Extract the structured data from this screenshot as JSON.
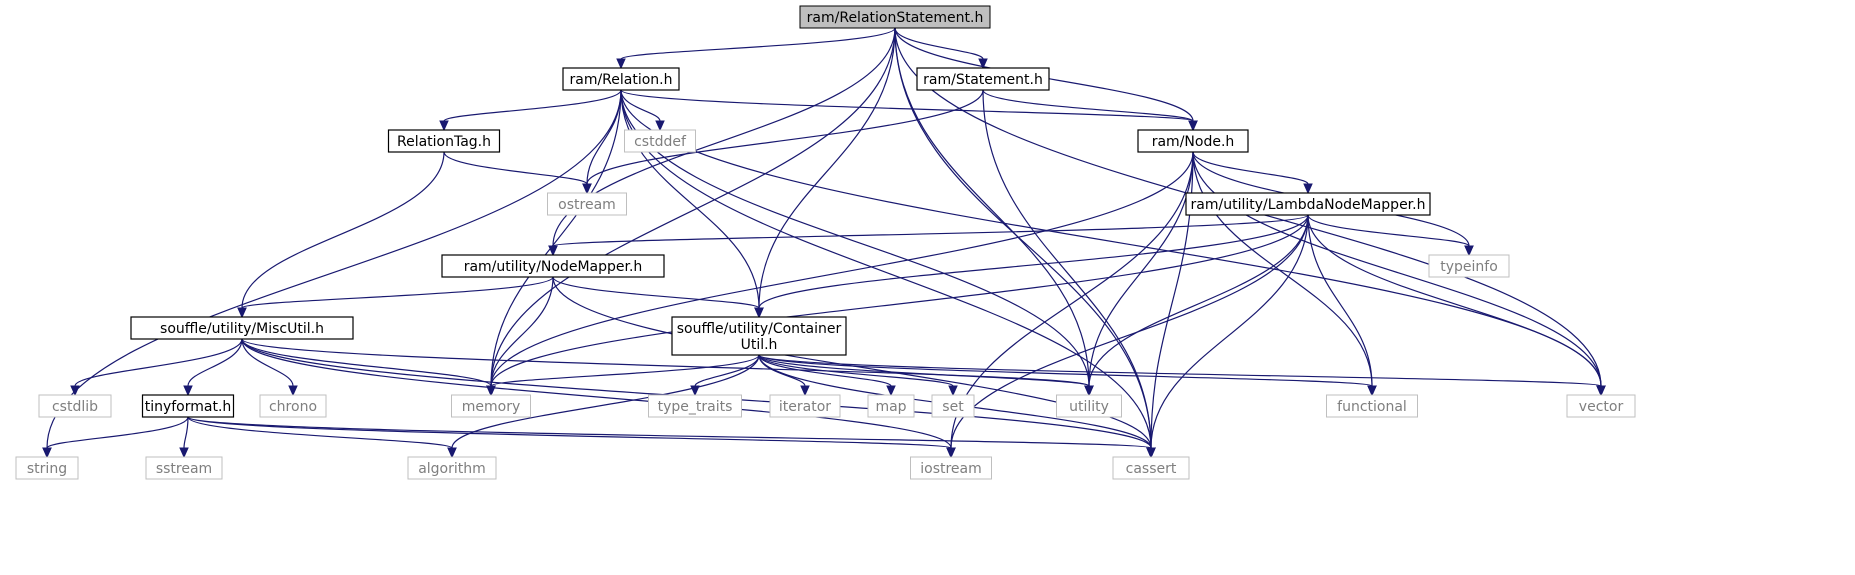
{
  "diagram": {
    "root": "ram/RelationStatement.h",
    "nodes": [
      {
        "id": "RelationStatement",
        "lines": [
          "ram/RelationStatement.h"
        ],
        "kind": "root"
      },
      {
        "id": "Relation",
        "lines": [
          "ram/Relation.h"
        ],
        "kind": "header"
      },
      {
        "id": "Statement",
        "lines": [
          "ram/Statement.h"
        ],
        "kind": "header"
      },
      {
        "id": "RelationTag",
        "lines": [
          "RelationTag.h"
        ],
        "kind": "header"
      },
      {
        "id": "Node",
        "lines": [
          "ram/Node.h"
        ],
        "kind": "header"
      },
      {
        "id": "LambdaNodeMapper",
        "lines": [
          "ram/utility/LambdaNodeMapper.h"
        ],
        "kind": "header"
      },
      {
        "id": "NodeMapper",
        "lines": [
          "ram/utility/NodeMapper.h"
        ],
        "kind": "header"
      },
      {
        "id": "MiscUtil",
        "lines": [
          "souffle/utility/MiscUtil.h"
        ],
        "kind": "header"
      },
      {
        "id": "ContainerUtil",
        "lines": [
          "souffle/utility/Container",
          "Util.h"
        ],
        "kind": "header"
      },
      {
        "id": "tinyformat",
        "lines": [
          "tinyformat.h"
        ],
        "kind": "header"
      },
      {
        "id": "cstddef",
        "lines": [
          "cstddef"
        ],
        "kind": "system"
      },
      {
        "id": "ostream",
        "lines": [
          "ostream"
        ],
        "kind": "system"
      },
      {
        "id": "typeinfo",
        "lines": [
          "typeinfo"
        ],
        "kind": "system"
      },
      {
        "id": "cstdlib",
        "lines": [
          "cstdlib"
        ],
        "kind": "system"
      },
      {
        "id": "chrono",
        "lines": [
          "chrono"
        ],
        "kind": "system"
      },
      {
        "id": "memory",
        "lines": [
          "memory"
        ],
        "kind": "system"
      },
      {
        "id": "type_traits",
        "lines": [
          "type_traits"
        ],
        "kind": "system"
      },
      {
        "id": "iterator",
        "lines": [
          "iterator"
        ],
        "kind": "system"
      },
      {
        "id": "map",
        "lines": [
          "map"
        ],
        "kind": "system"
      },
      {
        "id": "set",
        "lines": [
          "set"
        ],
        "kind": "system"
      },
      {
        "id": "utility",
        "lines": [
          "utility"
        ],
        "kind": "system"
      },
      {
        "id": "functional",
        "lines": [
          "functional"
        ],
        "kind": "system"
      },
      {
        "id": "vector",
        "lines": [
          "vector"
        ],
        "kind": "system"
      },
      {
        "id": "string",
        "lines": [
          "string"
        ],
        "kind": "system"
      },
      {
        "id": "sstream",
        "lines": [
          "sstream"
        ],
        "kind": "system"
      },
      {
        "id": "algorithm",
        "lines": [
          "algorithm"
        ],
        "kind": "system"
      },
      {
        "id": "iostream",
        "lines": [
          "iostream"
        ],
        "kind": "system"
      },
      {
        "id": "cassert",
        "lines": [
          "cassert"
        ],
        "kind": "system"
      }
    ],
    "edges": [
      [
        "RelationStatement",
        "Relation"
      ],
      [
        "RelationStatement",
        "Statement"
      ],
      [
        "RelationStatement",
        "Node"
      ],
      [
        "RelationStatement",
        "NodeMapper"
      ],
      [
        "RelationStatement",
        "ContainerUtil"
      ],
      [
        "RelationStatement",
        "memory"
      ],
      [
        "RelationStatement",
        "utility"
      ],
      [
        "RelationStatement",
        "vector"
      ],
      [
        "RelationStatement",
        "cassert"
      ],
      [
        "Relation",
        "RelationTag"
      ],
      [
        "Relation",
        "Node"
      ],
      [
        "Relation",
        "ContainerUtil"
      ],
      [
        "Relation",
        "cstddef"
      ],
      [
        "Relation",
        "ostream"
      ],
      [
        "Relation",
        "memory"
      ],
      [
        "Relation",
        "string"
      ],
      [
        "Relation",
        "utility"
      ],
      [
        "Relation",
        "vector"
      ],
      [
        "Relation",
        "cassert"
      ],
      [
        "Statement",
        "Node"
      ],
      [
        "Statement",
        "ostream"
      ],
      [
        "Statement",
        "cassert"
      ],
      [
        "RelationTag",
        "MiscUtil"
      ],
      [
        "RelationTag",
        "ostream"
      ],
      [
        "Node",
        "LambdaNodeMapper"
      ],
      [
        "Node",
        "typeinfo"
      ],
      [
        "Node",
        "memory"
      ],
      [
        "Node",
        "utility"
      ],
      [
        "Node",
        "functional"
      ],
      [
        "Node",
        "vector"
      ],
      [
        "Node",
        "iostream"
      ],
      [
        "Node",
        "cassert"
      ],
      [
        "LambdaNodeMapper",
        "NodeMapper"
      ],
      [
        "LambdaNodeMapper",
        "ContainerUtil"
      ],
      [
        "LambdaNodeMapper",
        "typeinfo"
      ],
      [
        "LambdaNodeMapper",
        "memory"
      ],
      [
        "LambdaNodeMapper",
        "utility"
      ],
      [
        "LambdaNodeMapper",
        "functional"
      ],
      [
        "LambdaNodeMapper",
        "vector"
      ],
      [
        "LambdaNodeMapper",
        "iostream"
      ],
      [
        "LambdaNodeMapper",
        "cassert"
      ],
      [
        "NodeMapper",
        "MiscUtil"
      ],
      [
        "NodeMapper",
        "ContainerUtil"
      ],
      [
        "NodeMapper",
        "memory"
      ],
      [
        "NodeMapper",
        "cassert"
      ],
      [
        "MiscUtil",
        "tinyformat"
      ],
      [
        "MiscUtil",
        "cstdlib"
      ],
      [
        "MiscUtil",
        "chrono"
      ],
      [
        "MiscUtil",
        "memory"
      ],
      [
        "MiscUtil",
        "utility"
      ],
      [
        "MiscUtil",
        "iostream"
      ],
      [
        "MiscUtil",
        "cassert"
      ],
      [
        "ContainerUtil",
        "memory"
      ],
      [
        "ContainerUtil",
        "type_traits"
      ],
      [
        "ContainerUtil",
        "iterator"
      ],
      [
        "ContainerUtil",
        "map"
      ],
      [
        "ContainerUtil",
        "set"
      ],
      [
        "ContainerUtil",
        "utility"
      ],
      [
        "ContainerUtil",
        "functional"
      ],
      [
        "ContainerUtil",
        "vector"
      ],
      [
        "ContainerUtil",
        "algorithm"
      ],
      [
        "ContainerUtil",
        "cassert"
      ],
      [
        "tinyformat",
        "string"
      ],
      [
        "tinyformat",
        "sstream"
      ],
      [
        "tinyformat",
        "algorithm"
      ],
      [
        "tinyformat",
        "iostream"
      ],
      [
        "tinyformat",
        "cassert"
      ]
    ],
    "colors": {
      "edge": "#191970",
      "root_fill": "#bfbfbf",
      "header_border": "#000000",
      "system_border": "#bfbfbf",
      "system_text": "#7f7f7f"
    }
  }
}
